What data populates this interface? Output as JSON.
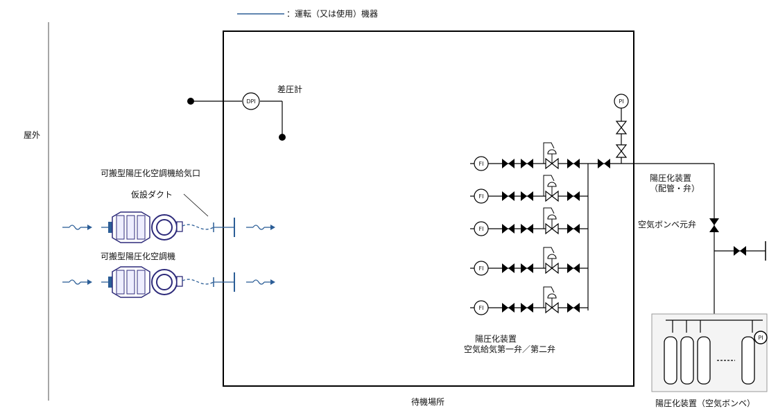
{
  "legend": {
    "text": "：運転（又は使用）機器",
    "line_color": "#2b5d96"
  },
  "labels": {
    "outdoor": "屋外",
    "differential_pressure_gauge": "差圧計",
    "ac_inlet": "可搬型陽圧化空調機給気口",
    "temp_duct": "仮設ダクト",
    "portable_ac": "可搬型陽圧化空調機",
    "pressurizer_piping_line1": "陽圧化装置",
    "pressurizer_piping_line2": "（配管・弁）",
    "cylinder_main_valve": "空気ボンベ元弁",
    "supply_valves_line1": "陽圧化装置",
    "supply_valves_line2": "空気給気第一弁／第二弁",
    "standby_room": "待機場所",
    "cylinders": "陽圧化装置（空気ボンベ）"
  },
  "gauges": {
    "dpi": "DPI",
    "pi": "PI",
    "fi": "FI"
  },
  "colors": {
    "operating": "#2b5d96",
    "equipment_border": "#2d2a7a",
    "line": "#000000"
  }
}
